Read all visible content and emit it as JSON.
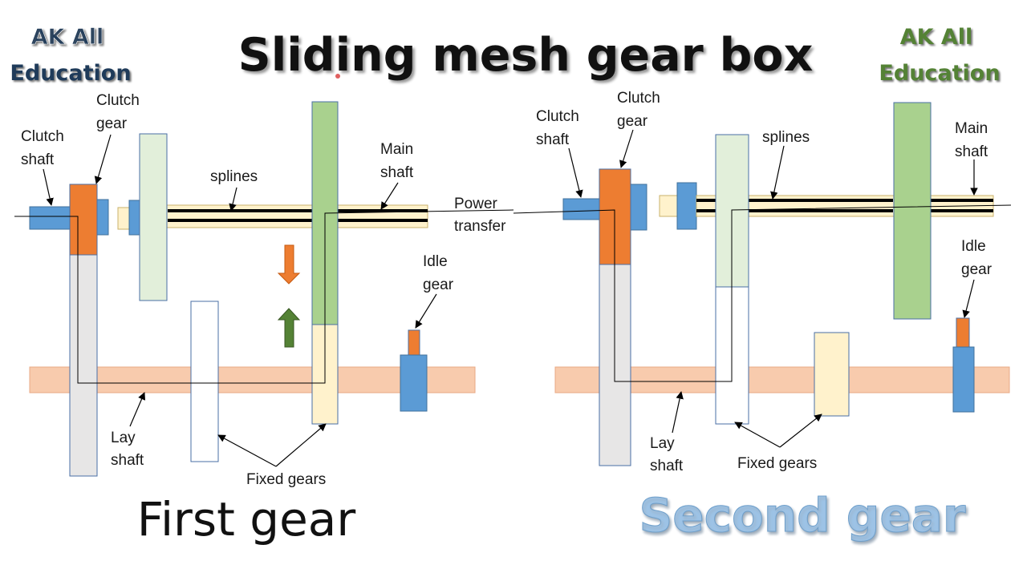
{
  "title": "Sliding mesh gear box",
  "branding": {
    "left_line1": "AK All",
    "left_line2": "Education",
    "right_line1": "AK All",
    "right_line2": "Education"
  },
  "first_diagram": {
    "caption": "First gear",
    "labels": {
      "clutch_shaft_1": "Clutch",
      "clutch_shaft_2": "shaft",
      "clutch_gear_1": "Clutch",
      "clutch_gear_2": "gear",
      "splines": "splines",
      "main_shaft_1": "Main",
      "main_shaft_2": "shaft",
      "power_transfer_1": "Power",
      "power_transfer_2": "transfer",
      "idle_gear_1": "Idle",
      "idle_gear_2": "gear",
      "lay_shaft_1": "Lay",
      "lay_shaft_2": "shaft",
      "fixed_gears": "Fixed gears"
    }
  },
  "second_diagram": {
    "caption": "Second gear",
    "labels": {
      "clutch_shaft_1": "Clutch",
      "clutch_shaft_2": "shaft",
      "clutch_gear_1": "Clutch",
      "clutch_gear_2": "gear",
      "splines": "splines",
      "main_shaft_1": "Main",
      "main_shaft_2": "shaft",
      "idle_gear_1": "Idle",
      "idle_gear_2": "gear",
      "lay_shaft_1": "Lay",
      "lay_shaft_2": "shaft",
      "fixed_gears": "Fixed gears"
    }
  },
  "colors": {
    "shaft_blue": "#5b9bd5",
    "clutch_orange": "#ed7d31",
    "lay_shaft_peach": "#f8cbad",
    "main_shaft_yellow": "#fff2cc",
    "spline_stripe": "#000000",
    "gear_green": "#a9d18e",
    "gear_light_green": "#e2efda",
    "gear_grey": "#e7e6e6",
    "gear_yellow": "#fff2cc",
    "arrow_down_orange": "#ed7d31",
    "arrow_up_green": "#548235",
    "second_gear_caption": "#9dc3e6"
  }
}
